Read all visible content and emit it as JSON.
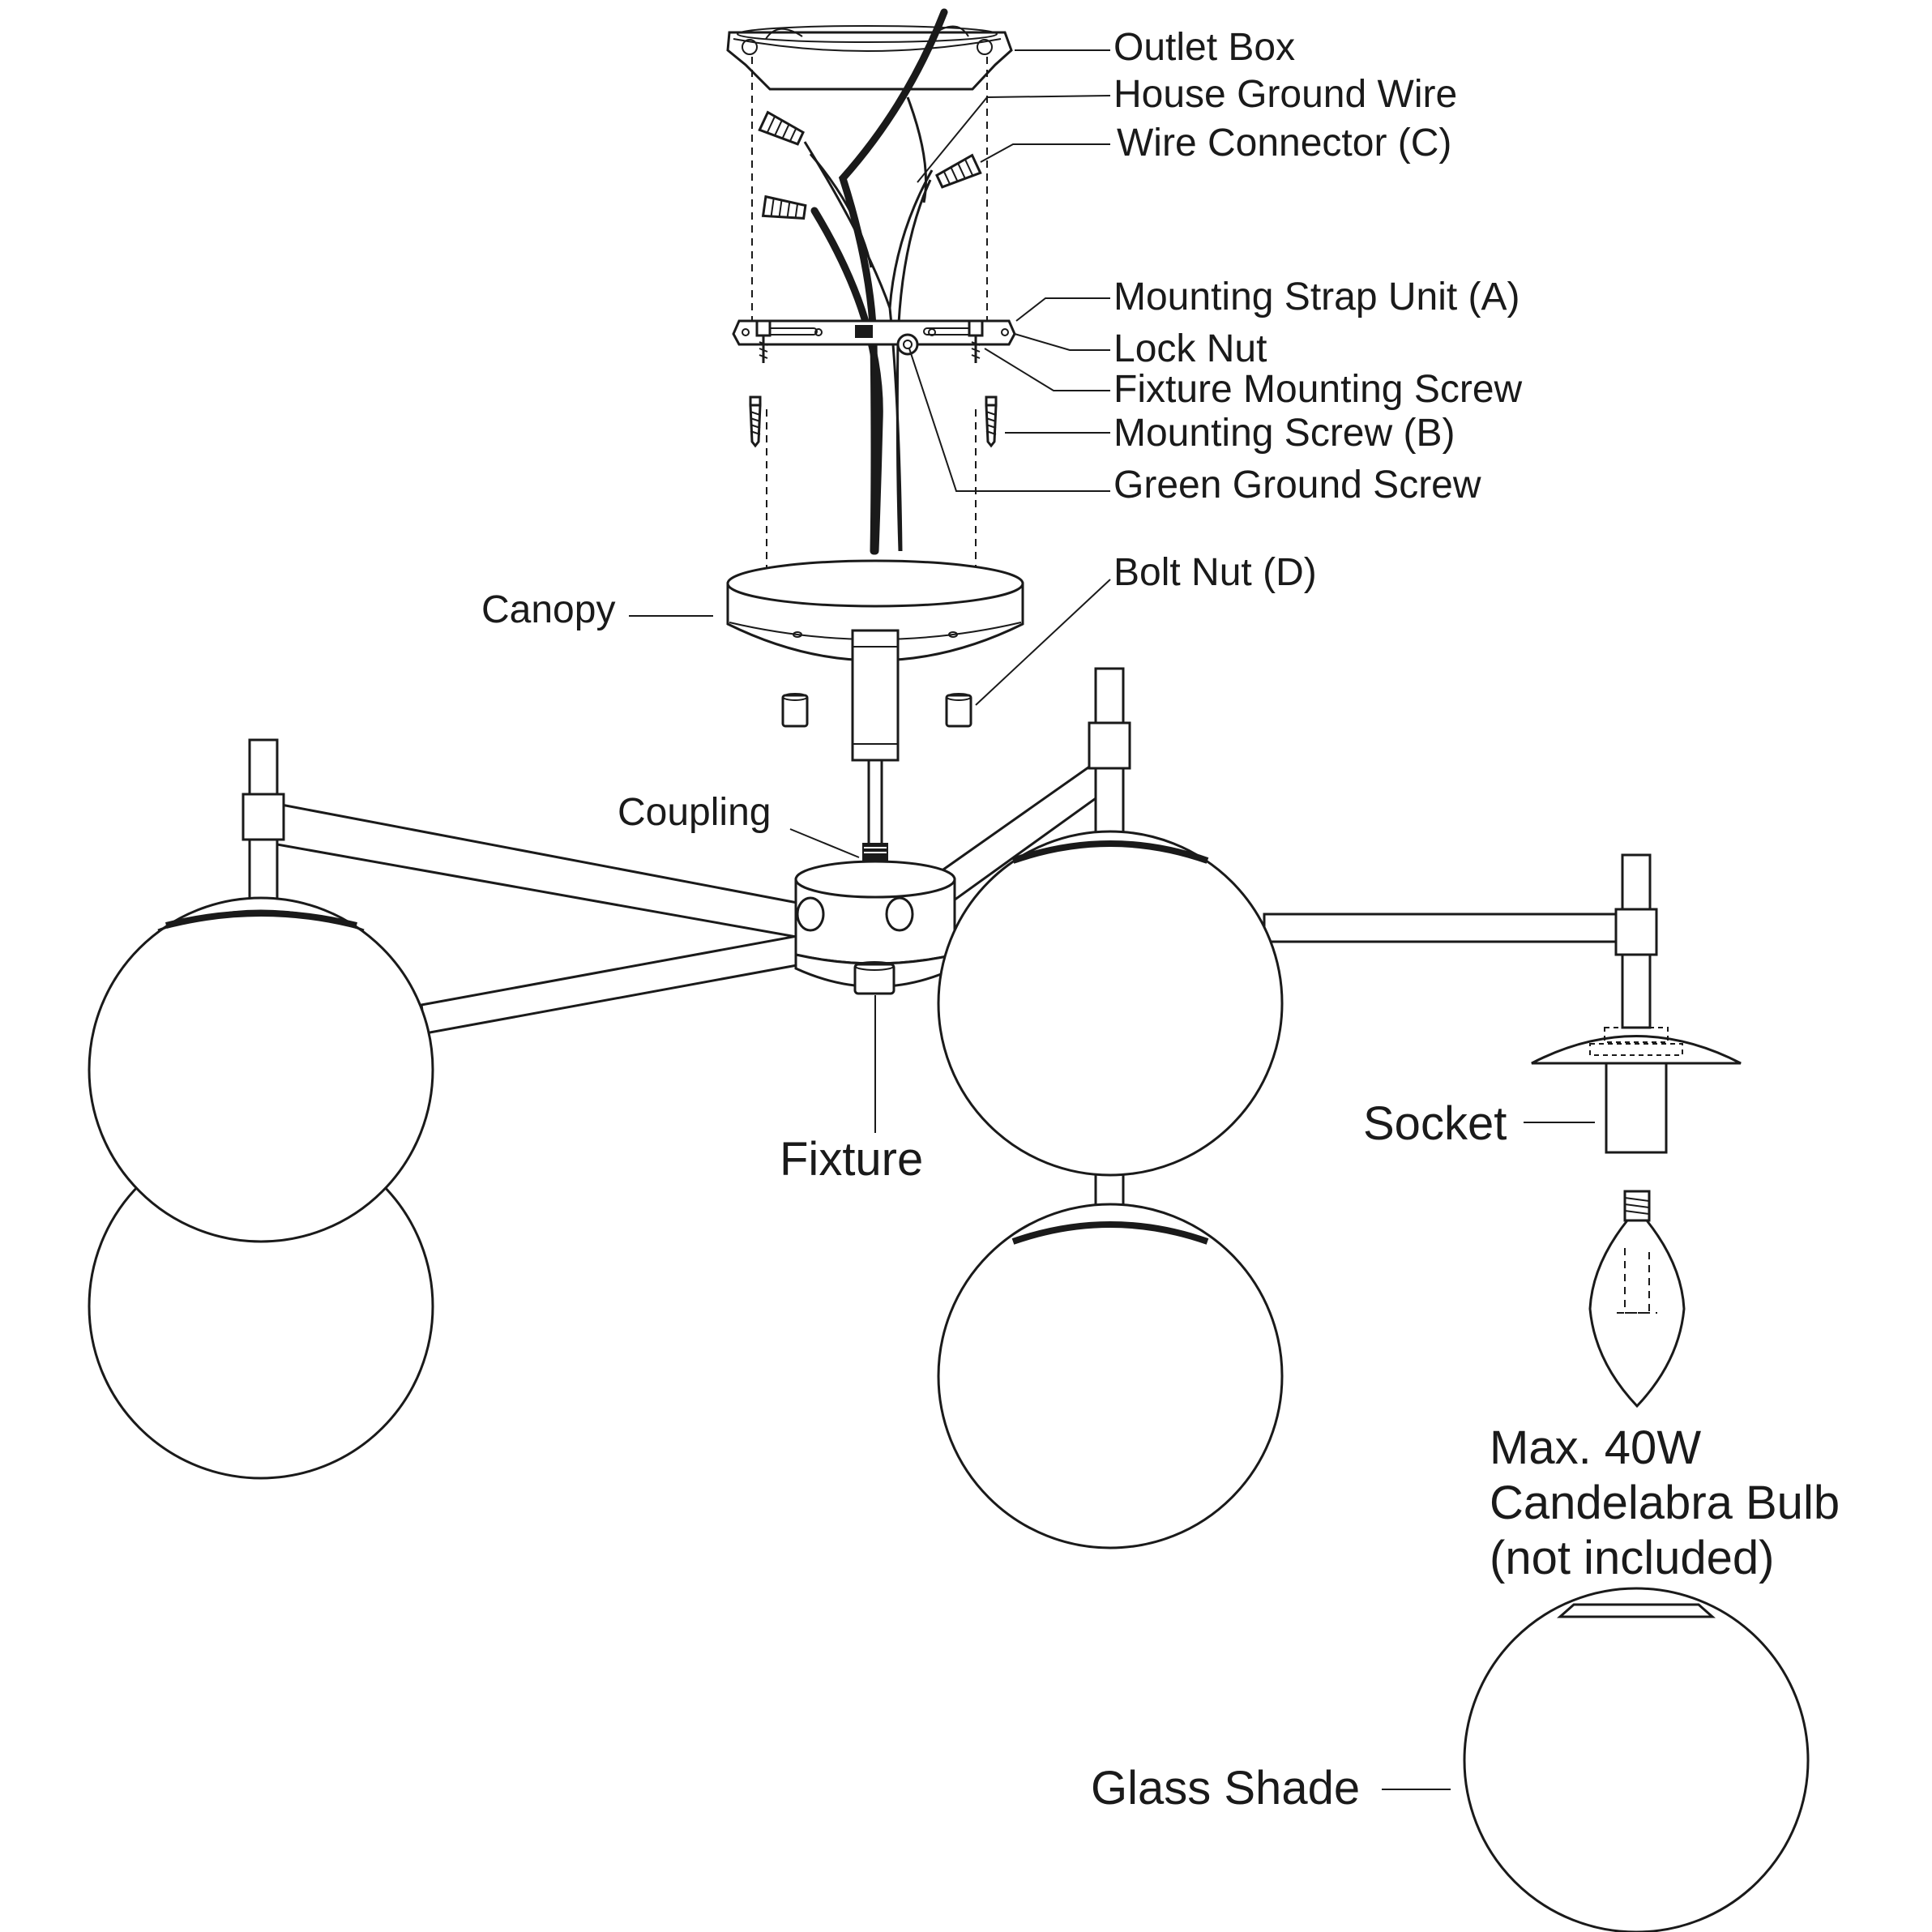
{
  "labels": {
    "outlet_box": "Outlet Box",
    "house_ground_wire": "House Ground Wire",
    "wire_connector": "Wire Connector (C)",
    "mounting_strap_unit": "Mounting Strap Unit (A)",
    "lock_nut": "Lock Nut",
    "fixture_mounting_screw": "Fixture Mounting Screw",
    "mounting_screw": "Mounting Screw (B)",
    "green_ground_screw": "Green Ground Screw",
    "bolt_nut": "Bolt Nut (D)",
    "canopy": "Canopy",
    "coupling": "Coupling",
    "fixture": "Fixture",
    "socket": "Socket",
    "bulb_line1": "Max. 40W",
    "bulb_line2": "Candelabra Bulb",
    "bulb_line3": "(not included)",
    "glass_shade": "Glass Shade"
  },
  "colors": {
    "ink": "#1a1a1a",
    "background": "#ffffff"
  }
}
